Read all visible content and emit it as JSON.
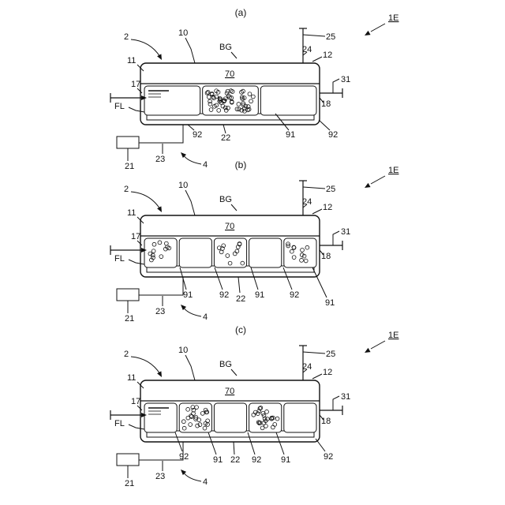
{
  "panels": [
    {
      "id": "a",
      "title": "(a)",
      "fig_label": "1E",
      "cells": [
        {
          "type": "lines"
        },
        {
          "type": "particles",
          "pattern": "dense"
        },
        {
          "type": "empty"
        }
      ],
      "labels": {
        "assembly": "2",
        "top_wall": "10",
        "gas_region": "BG",
        "gas_num": "70",
        "pipe_top": "25",
        "riser": "24",
        "left_wall": "11",
        "right_wall": "12",
        "inlet": "17",
        "outlet_pipe": "31",
        "outlet": "18",
        "fluid": "FL",
        "partition_l": "92",
        "bottom": "22",
        "filter": "91",
        "partition_r": "92",
        "source": "21",
        "supply_line": "23",
        "unit": "4"
      }
    },
    {
      "id": "b",
      "title": "(b)",
      "fig_label": "1E",
      "cells": [
        {
          "type": "particles",
          "pattern": "sparse"
        },
        {
          "type": "empty"
        },
        {
          "type": "particles",
          "pattern": "sparse"
        },
        {
          "type": "empty"
        },
        {
          "type": "particles",
          "pattern": "sparse"
        }
      ],
      "labels": {
        "assembly": "2",
        "top_wall": "10",
        "gas_region": "BG",
        "gas_num": "70",
        "pipe_top": "25",
        "riser": "24",
        "left_wall": "11",
        "right_wall": "12",
        "inlet": "17",
        "outlet_pipe": "31",
        "outlet": "18",
        "fluid": "FL",
        "f1": "91",
        "p1": "92",
        "bottom": "22",
        "f2": "91",
        "p2": "92",
        "f3": "91",
        "source": "21",
        "supply_line": "23",
        "unit": "4"
      }
    },
    {
      "id": "c",
      "title": "(c)",
      "fig_label": "1E",
      "cells": [
        {
          "type": "lines"
        },
        {
          "type": "particles",
          "pattern": "medium"
        },
        {
          "type": "empty"
        },
        {
          "type": "particles",
          "pattern": "medium"
        },
        {
          "type": "empty"
        }
      ],
      "labels": {
        "assembly": "2",
        "top_wall": "10",
        "gas_region": "BG",
        "gas_num": "70",
        "pipe_top": "25",
        "riser": "24",
        "left_wall": "11",
        "right_wall": "12",
        "inlet": "17",
        "outlet_pipe": "31",
        "outlet": "18",
        "fluid": "FL",
        "p1": "92",
        "f1": "91",
        "bottom": "22",
        "p2": "92",
        "f2": "91",
        "p3": "92",
        "source": "21",
        "supply_line": "23",
        "unit": "4"
      }
    }
  ]
}
